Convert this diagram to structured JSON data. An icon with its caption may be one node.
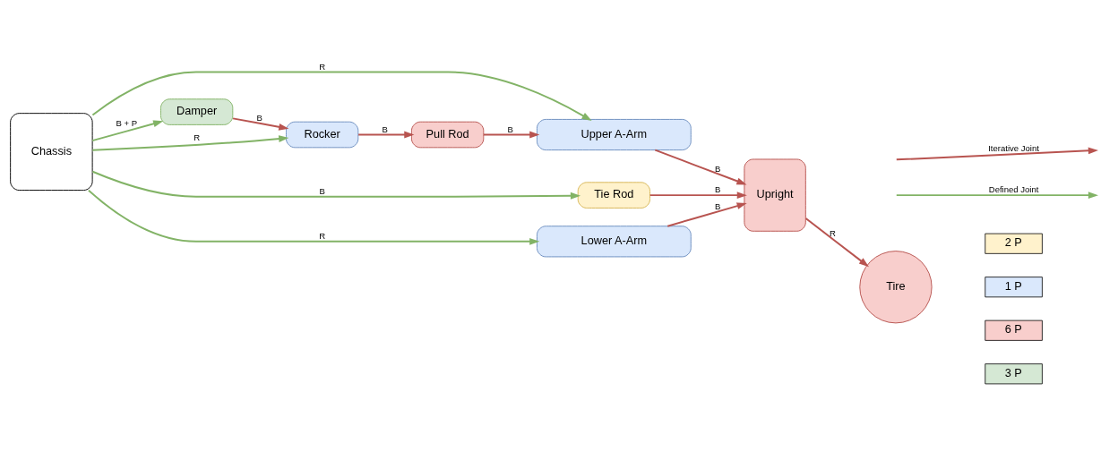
{
  "diagram": {
    "nodes": [
      {
        "text": [
          "Chassis"
        ]
      },
      {
        "text": [
          "Upper A-Arm"
        ]
      },
      {
        "text": [
          "Damper"
        ]
      },
      {
        "text": [
          "Pull Rod"
        ]
      },
      {
        "text": [
          "Rocker"
        ]
      },
      {
        "text": [
          "Upright"
        ]
      },
      {
        "text": [
          "Tie Rod"
        ]
      },
      {
        "text": [
          "Tire"
        ]
      },
      {
        "text": [
          "Lower A-Arm"
        ]
      }
    ],
    "edges": [
      {
        "from": 0,
        "to": 1,
        "arrow": "to",
        "label": "R",
        "color": "#82b366"
      },
      {
        "from": 0,
        "to": 2,
        "arrow": "to",
        "label": "B + P",
        "color": "#82b366"
      },
      {
        "from": 0,
        "to": 4,
        "arrow": "to",
        "label": "R",
        "color": "#82b366"
      },
      {
        "from": 0,
        "to": 6,
        "arrow": "to",
        "label": "B",
        "color": "#82b366"
      },
      {
        "from": 0,
        "to": 8,
        "arrow": "to",
        "label": "R",
        "color": "#82b366"
      },
      {
        "from": 2,
        "to": 4,
        "arrow": "to",
        "label": "B"
      },
      {
        "from": 4,
        "to": 3,
        "arrow": "to",
        "label": "B"
      },
      {
        "from": 3,
        "to": 1,
        "arrow": "to",
        "label": "B"
      },
      {
        "from": 1,
        "to": 5,
        "arrow": "to",
        "label": "B"
      },
      {
        "from": 6,
        "to": 5,
        "arrow": "to",
        "label": "B"
      },
      {
        "from": 8,
        "to": 5,
        "arrow": "to",
        "label": "B"
      },
      {
        "from": 5,
        "to": 7,
        "arrow": "to",
        "label": "R"
      }
    ],
    "legend": [
      {
        "text": "Iterative Joint"
      },
      {
        "text": "Defined Joint"
      },
      {
        "text": "1 P",
        "color": "#dae8fc"
      },
      {
        "text": "2 P",
        "color": "#fff2cc"
      },
      {
        "text": "3 P",
        "color": "#d5e8d4"
      },
      {
        "text": "6 P",
        "color": "#f8cecc"
      }
    ]
  }
}
